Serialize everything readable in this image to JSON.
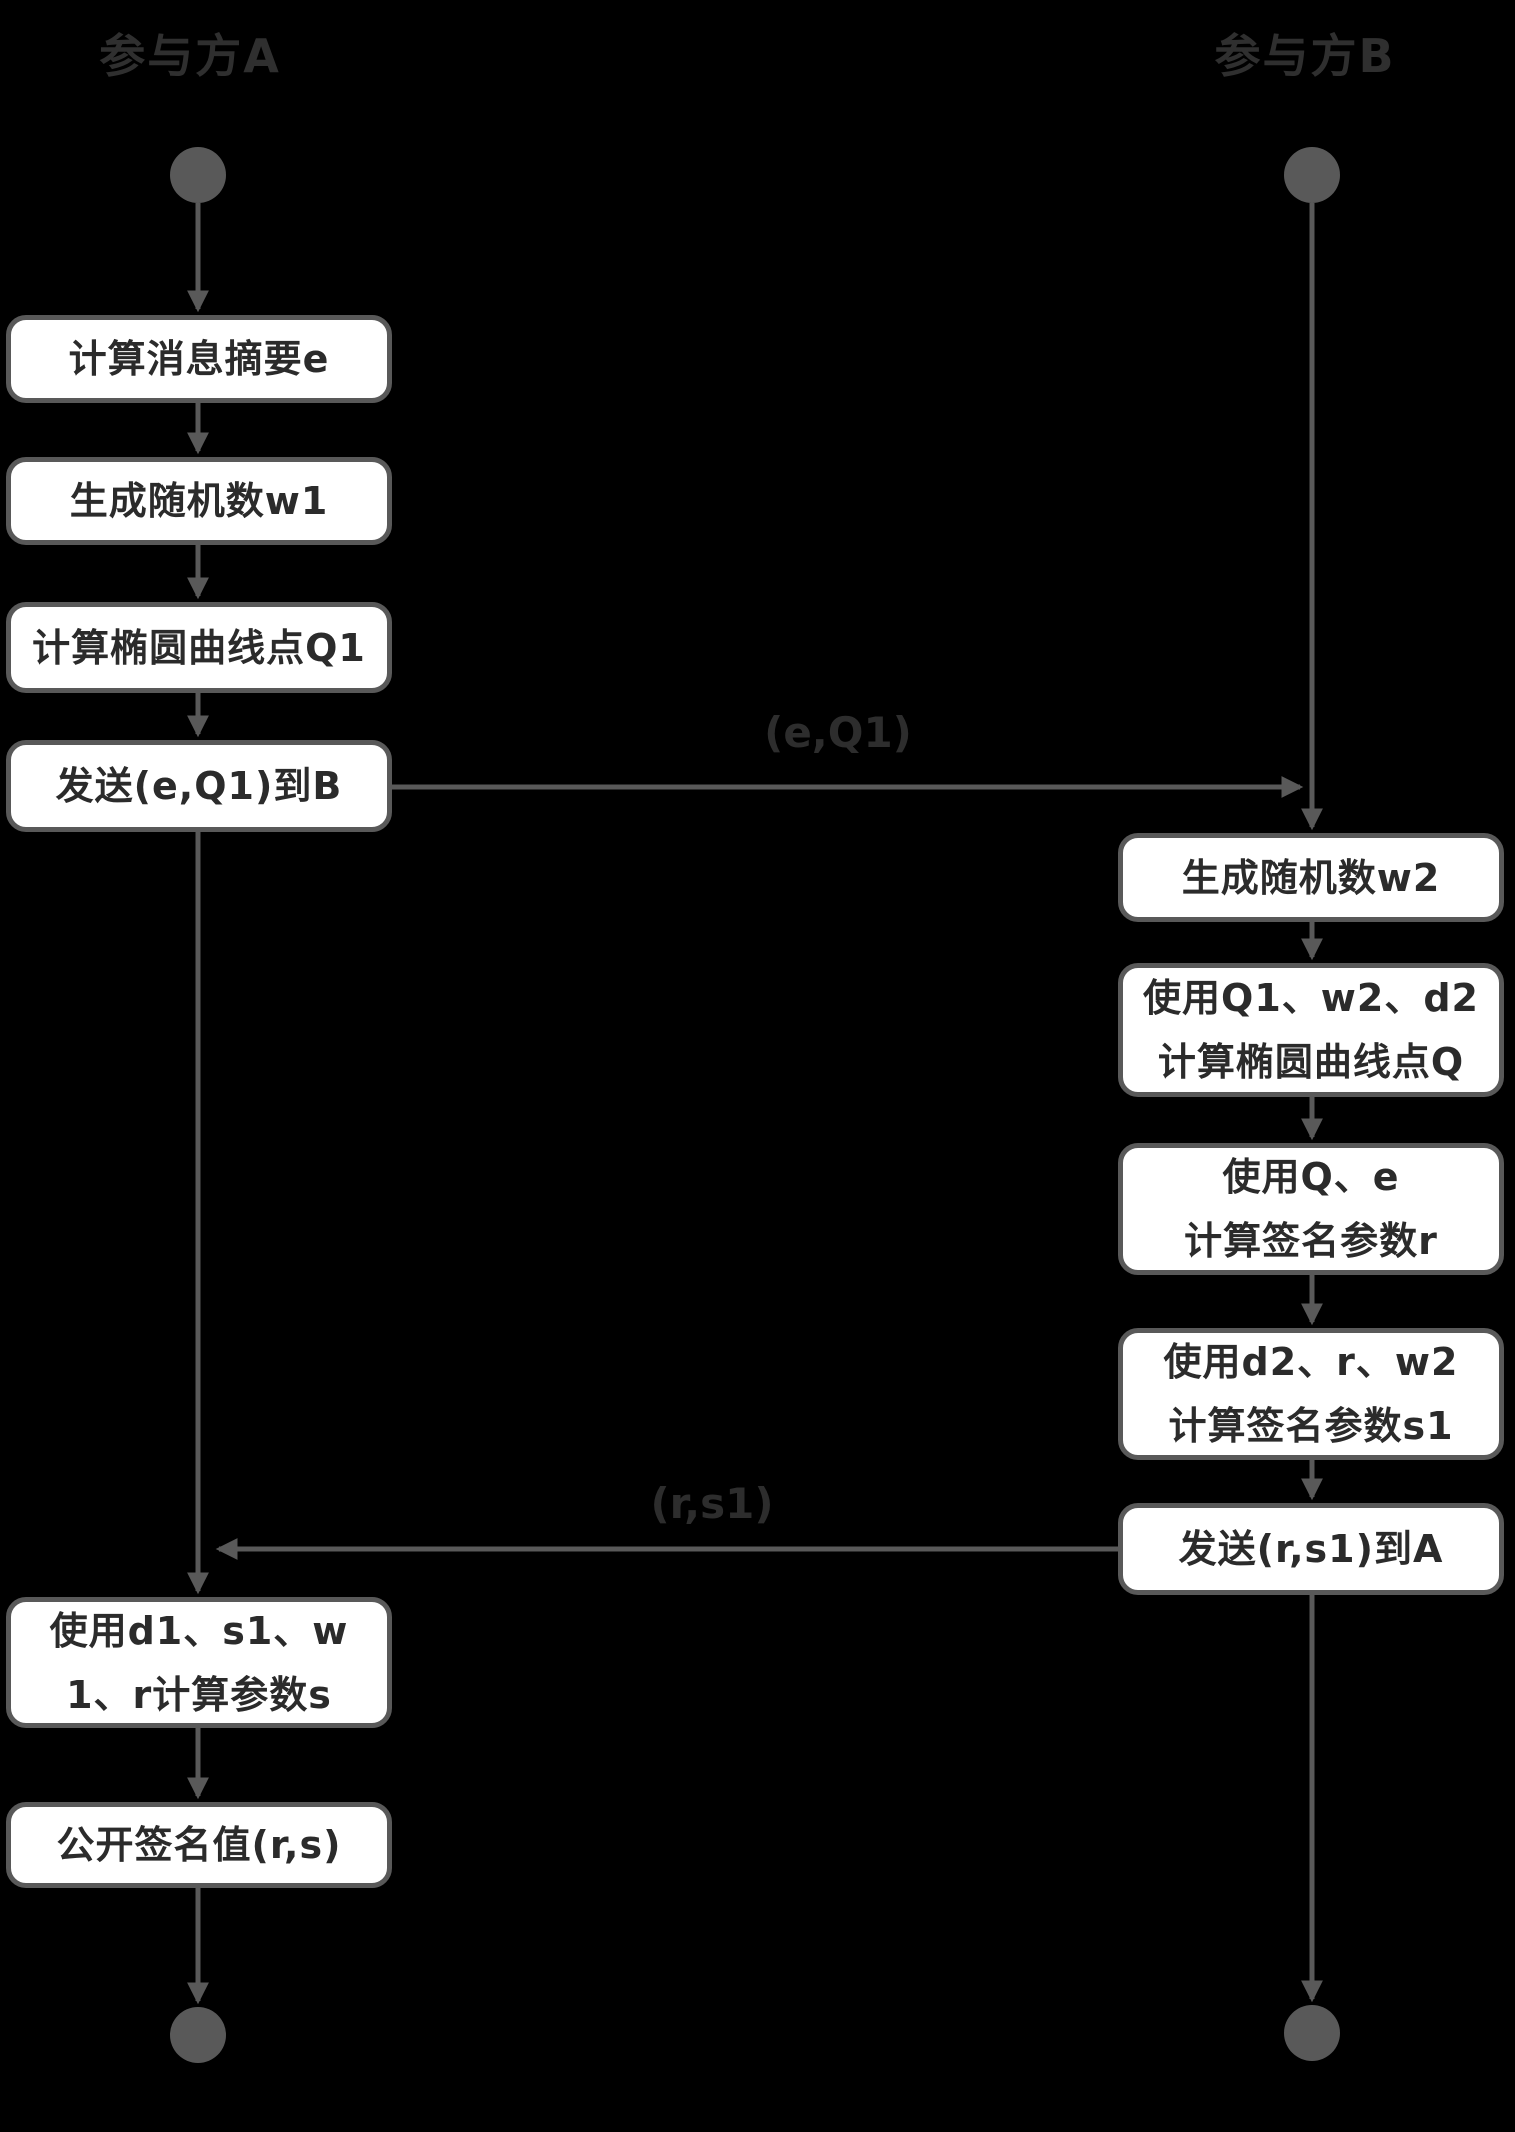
{
  "participants": {
    "a": {
      "label": "参与方A"
    },
    "b": {
      "label": "参与方B"
    }
  },
  "steps_a": [
    {
      "lines": [
        "计算消息摘要e"
      ]
    },
    {
      "lines": [
        "生成随机数w1"
      ]
    },
    {
      "lines": [
        "计算椭圆曲线点Q1"
      ]
    },
    {
      "lines": [
        "发送(e,Q1)到B"
      ]
    },
    {
      "lines": [
        "使用d1、s1、w",
        "1、r计算参数s"
      ]
    },
    {
      "lines": [
        "公开签名值(r,s)"
      ]
    }
  ],
  "steps_b": [
    {
      "lines": [
        "生成随机数w2"
      ]
    },
    {
      "lines": [
        "使用Q1、w2、d2",
        "计算椭圆曲线点Q"
      ]
    },
    {
      "lines": [
        "使用Q、e",
        "计算签名参数r"
      ]
    },
    {
      "lines": [
        "使用d2、r、w2",
        "计算签名参数s1"
      ]
    },
    {
      "lines": [
        "发送(r,s1)到A"
      ]
    }
  ],
  "messages": [
    {
      "label": "(e,Q1)",
      "from": "参与方A",
      "to": "参与方B"
    },
    {
      "label": "(r,s1)",
      "from": "参与方B",
      "to": "参与方A"
    }
  ],
  "colors": {
    "background": "#000000",
    "connector": "#595959",
    "box_fill": "#ffffff",
    "box_border": "#595959",
    "box_text": "#2b2b2b",
    "heading_text": "#2f2f2f"
  }
}
